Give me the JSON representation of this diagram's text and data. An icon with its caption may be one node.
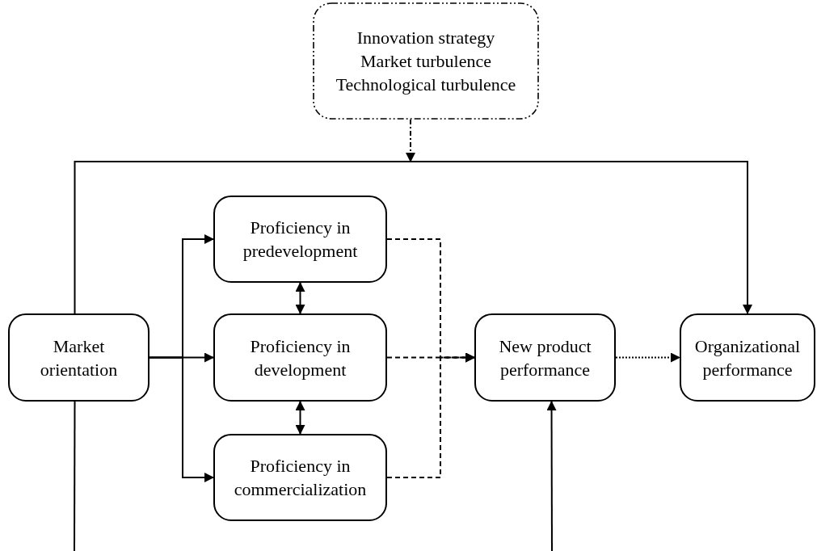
{
  "diagram": {
    "nodes": [
      {
        "text": [
          "Innovation strategy",
          "Market turbulence",
          "Technological turbulence"
        ]
      },
      {
        "text": [
          "Market orientation"
        ]
      },
      {
        "text": [
          "Proficiency in predevelopment"
        ]
      },
      {
        "text": [
          "Proficiency in development"
        ]
      },
      {
        "text": [
          "Proficiency in commercialization"
        ]
      },
      {
        "text": [
          "New product performance"
        ]
      },
      {
        "text": [
          "Organizational performance"
        ]
      }
    ],
    "edges": [
      {
        "from": 0,
        "to": null,
        "arrow": "to",
        "style": "dashed"
      },
      {
        "from": 1,
        "to": 6,
        "arrow": "to"
      },
      {
        "from": 1,
        "to": null,
        "arrow": "none"
      },
      {
        "from": null,
        "to": 5,
        "arrow": "to"
      },
      {
        "from": 1,
        "to": 2,
        "arrow": "to"
      },
      {
        "from": 1,
        "to": 3,
        "arrow": "to"
      },
      {
        "from": 1,
        "to": 4,
        "arrow": "to"
      },
      {
        "from": 2,
        "to": 3,
        "arrow": "both"
      },
      {
        "from": 3,
        "to": 4,
        "arrow": "both"
      },
      {
        "from": 2,
        "to": 5,
        "arrow": "to",
        "style": "dashed"
      },
      {
        "from": 3,
        "to": 5,
        "arrow": "to",
        "style": "dashed"
      },
      {
        "from": 4,
        "to": 5,
        "arrow": "to",
        "style": "dashed"
      },
      {
        "from": 5,
        "to": 6,
        "arrow": "to",
        "style": "dashed"
      }
    ]
  }
}
